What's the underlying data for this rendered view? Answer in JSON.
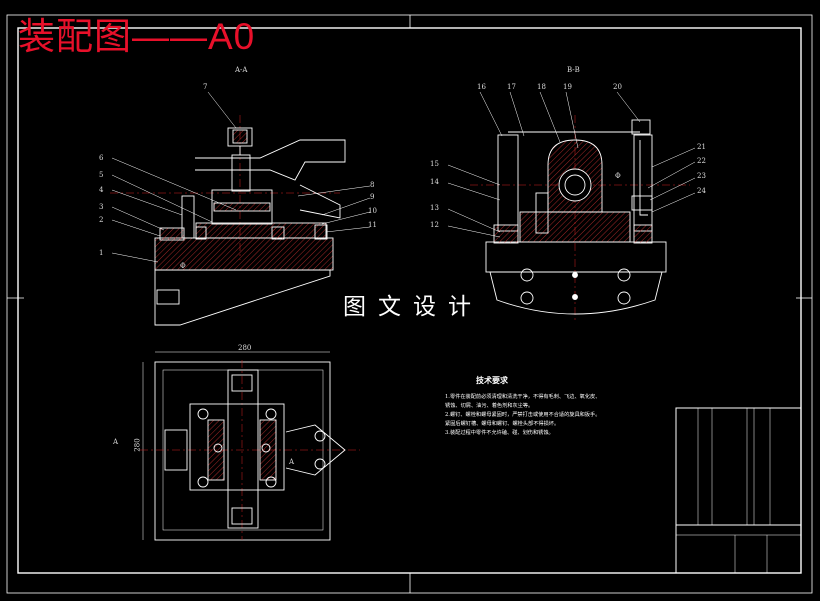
{
  "banner": {
    "title": "装配图——A0"
  },
  "watermark": {
    "text": "图文设计"
  },
  "section_labels": {
    "aa": "A-A",
    "bb": "B-B"
  },
  "balloons": {
    "aa": [
      "1",
      "2",
      "3",
      "4",
      "5",
      "6",
      "7",
      "8",
      "9",
      "10",
      "11"
    ],
    "bb": [
      "12",
      "13",
      "14",
      "15",
      "16",
      "17",
      "18",
      "19",
      "20",
      "21",
      "22",
      "23",
      "24"
    ]
  },
  "dimensions": {
    "top_width": "280",
    "left_height": "280",
    "dia_marker": "Φ"
  },
  "plan_view": {
    "section_mark": "A"
  },
  "tech_req": {
    "title": "技术要求",
    "lines": [
      "1.零件在装配前必须清理和清洗干净，不得有毛刺、飞边、氧化皮、",
      "锈蚀、切屑、油污、着色剂和灰尘等。",
      "2.螺钉、螺栓和螺母紧固时，严禁打击或使用不合适的旋具和扳手。",
      "紧固后螺钉槽、螺母和螺钉、螺栓头部不得损坏。",
      "3.装配过程中零件不允许磕、碰、划伤和锈蚀。"
    ]
  },
  "colors": {
    "background": "#000000",
    "frame": "#ffffff",
    "banner": "#e8102a",
    "hatch": "#cc3030",
    "centerline": "#d02020",
    "accent": "#ffd24a"
  }
}
